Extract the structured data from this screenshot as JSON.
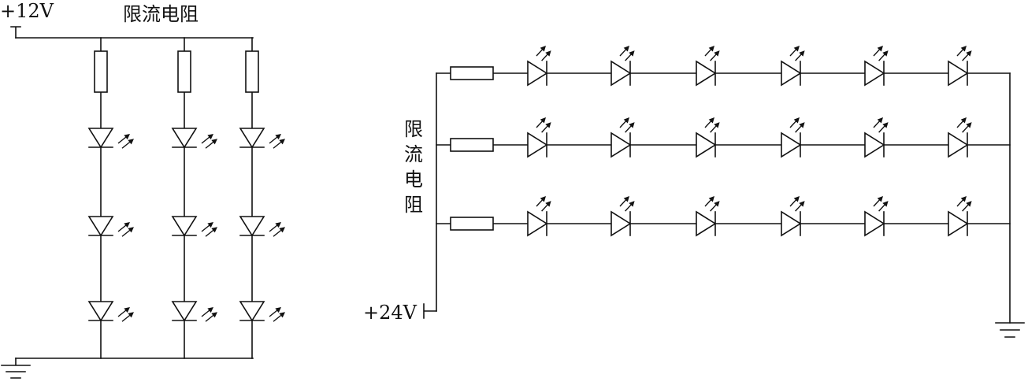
{
  "left_circuit": {
    "supply_label": "+12V",
    "resistor_label": "限流电阻"
  },
  "right_circuit": {
    "supply_label": "+24V",
    "resistor_label_chars": [
      "限",
      "流",
      "电",
      "阻"
    ]
  },
  "colors": {
    "line": "#111111",
    "background": "#ffffff"
  }
}
